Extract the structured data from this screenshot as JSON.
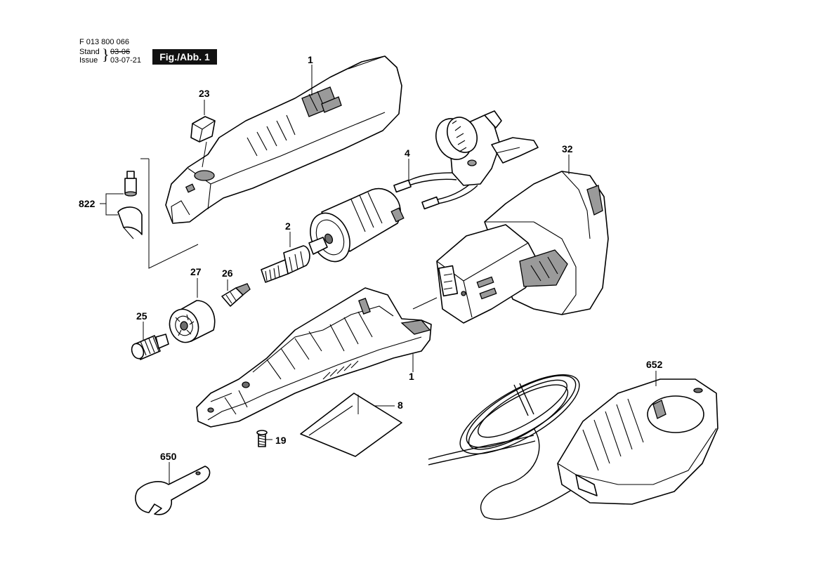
{
  "header": {
    "doc_number": "F 013 800 066",
    "stand_label": "Stand",
    "issue_label": "Issue",
    "stand_date": "03-06",
    "issue_date": "03-07-21",
    "figure_label": "Fig./Abb. 1"
  },
  "parts": [
    {
      "key": "housing_top",
      "number": "1",
      "icon": "housing-half-shape"
    },
    {
      "key": "housing_bottom",
      "number": "1",
      "icon": "housing-half-shape"
    },
    {
      "key": "motor",
      "number": "2",
      "icon": "motor-shape"
    },
    {
      "key": "wires",
      "number": "4",
      "icon": "wire-shape"
    },
    {
      "key": "label",
      "number": "8",
      "icon": "label-sheet-shape"
    },
    {
      "key": "screw",
      "number": "19",
      "icon": "screw-shape"
    },
    {
      "key": "button",
      "number": "23",
      "icon": "button-shape"
    },
    {
      "key": "collet_nut",
      "number": "25",
      "icon": "nut-shape"
    },
    {
      "key": "collet",
      "number": "26",
      "icon": "collet-shape"
    },
    {
      "key": "nose_cap",
      "number": "27",
      "icon": "cap-shape"
    },
    {
      "key": "battery",
      "number": "32",
      "icon": "battery-shape"
    },
    {
      "key": "wrench",
      "number": "650",
      "icon": "wrench-shape"
    },
    {
      "key": "charger",
      "number": "652",
      "icon": "charger-shape"
    },
    {
      "key": "brush_set",
      "number": "822",
      "icon": "brush-shape"
    }
  ]
}
